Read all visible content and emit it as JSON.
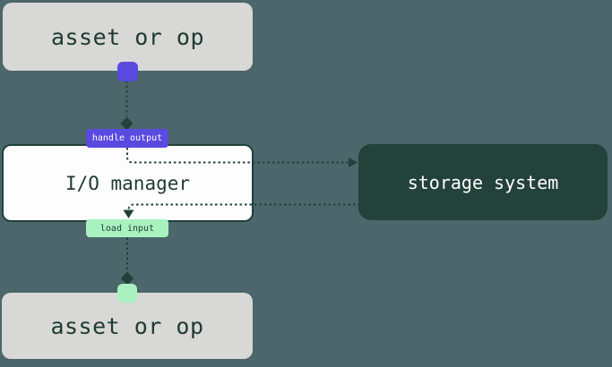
{
  "diagram": {
    "nodes": {
      "asset_top": {
        "label": "asset or op"
      },
      "io_manager": {
        "label": "I/O manager"
      },
      "storage_system": {
        "label": "storage system"
      },
      "asset_bottom": {
        "label": "asset or op"
      }
    },
    "edge_labels": {
      "handle_output": {
        "label": "handle output"
      },
      "load_input": {
        "label": "load input"
      }
    }
  },
  "colors": {
    "background": "#4c666b",
    "asset_node_bg": "#d8d8d6",
    "node_text_dark": "#1e3a32",
    "io_node_bg": "#fdfdfd",
    "io_node_border": "#21413a",
    "storage_node_bg": "#234239",
    "storage_node_text": "#ffffff",
    "output_accent": "#5a4ae0",
    "input_accent": "#a9f2c0",
    "edge_color": "#21413a",
    "edge_label_output_text": "#ffffff",
    "edge_label_input_text": "#1e3a32"
  }
}
